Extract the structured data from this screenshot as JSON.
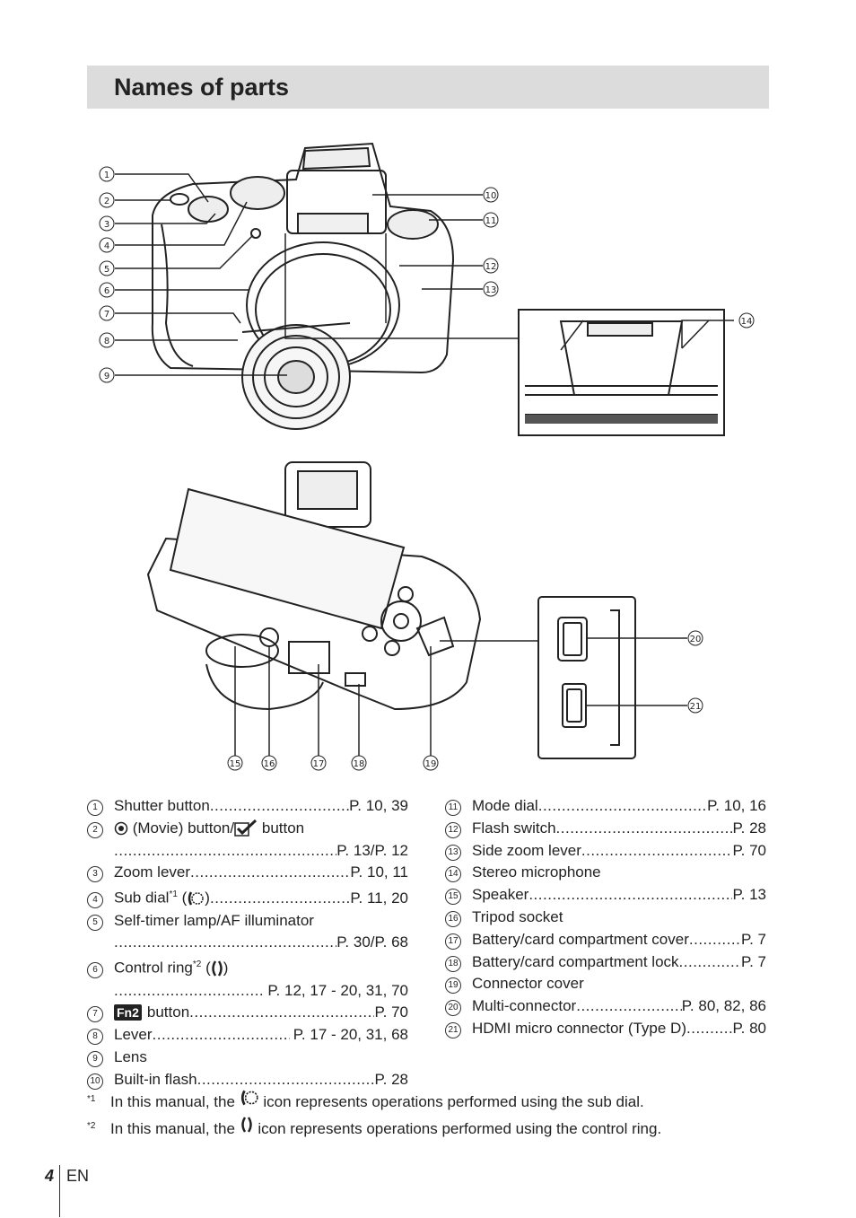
{
  "title": "Names of parts",
  "callouts": {
    "c1": "1",
    "c2": "2",
    "c3": "3",
    "c4": "4",
    "c5": "5",
    "c6": "6",
    "c7": "7",
    "c8": "8",
    "c9": "9",
    "c10": "10",
    "c11": "11",
    "c12": "12",
    "c13": "13",
    "c14": "14",
    "c15": "15",
    "c16": "16",
    "c17": "17",
    "c18": "18",
    "c19": "19",
    "c20": "20",
    "c21": "21"
  },
  "left_list": {
    "i1": {
      "num": "1",
      "name": "Shutter button",
      "page": "P. 10, 39"
    },
    "i2": {
      "num": "2",
      "name_a": "(Movie) button/",
      "name_b": "button",
      "page": "P. 13/P. 12"
    },
    "i3": {
      "num": "3",
      "name": "Zoom lever",
      "page": "P. 10, 11"
    },
    "i4": {
      "num": "4",
      "name": "Sub dial",
      "sup": "*1",
      "paren_open": "(",
      "paren_close": ")",
      "page": "P. 11, 20"
    },
    "i5": {
      "num": "5",
      "name": "Self-timer lamp/AF illuminator",
      "page": "P. 30/P. 68"
    },
    "i6": {
      "num": "6",
      "name": "Control ring",
      "sup": "*2",
      "paren_open": "(",
      "paren_close": ")",
      "page": "P. 12, 17 - 20, 31, 70"
    },
    "i7": {
      "num": "7",
      "badge": "Fn2",
      "name": "button",
      "page": "P. 70"
    },
    "i8": {
      "num": "8",
      "name": "Lever",
      "page": "P. 17 - 20, 31, 68"
    },
    "i9": {
      "num": "9",
      "name": "Lens"
    },
    "i10": {
      "num": "10",
      "name": "Built-in flash",
      "page": "P. 28"
    }
  },
  "right_list": {
    "i11": {
      "num": "11",
      "name": "Mode dial",
      "page": "P. 10, 16"
    },
    "i12": {
      "num": "12",
      "name": "Flash switch",
      "page": "P. 28"
    },
    "i13": {
      "num": "13",
      "name": "Side zoom lever",
      "page": "P. 70"
    },
    "i14": {
      "num": "14",
      "name": "Stereo microphone"
    },
    "i15": {
      "num": "15",
      "name": "Speaker",
      "page": "P. 13"
    },
    "i16": {
      "num": "16",
      "name": "Tripod socket"
    },
    "i17": {
      "num": "17",
      "name": "Battery/card compartment cover",
      "page": "P. 7"
    },
    "i18": {
      "num": "18",
      "name": "Battery/card compartment lock",
      "page": "P. 7"
    },
    "i19": {
      "num": "19",
      "name": "Connector cover"
    },
    "i20": {
      "num": "20",
      "name": "Multi-connector",
      "page": "P. 80, 82, 86"
    },
    "i21": {
      "num": "21",
      "name": "HDMI micro connector (Type D)",
      "page": "P. 80"
    }
  },
  "notes": {
    "n1": {
      "mark": "*1",
      "before": "In this manual, the",
      "after": "icon represents operations performed using the sub dial."
    },
    "n2": {
      "mark": "*2",
      "before": "In this manual, the",
      "after": "icon represents operations performed using the control ring."
    }
  },
  "footer": {
    "page": "4",
    "lang": "EN"
  }
}
